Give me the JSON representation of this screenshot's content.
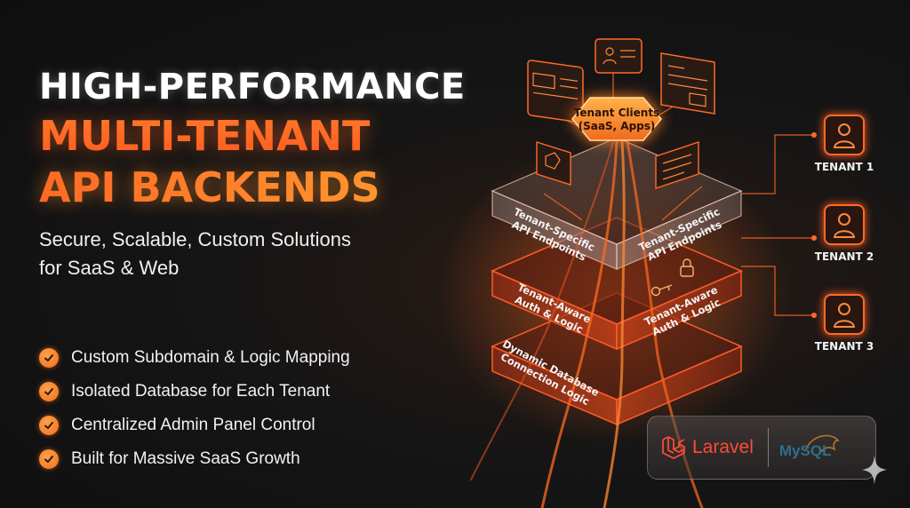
{
  "heading": {
    "line1": "HIGH-PERFORMANCE",
    "line2": "MULTI-TENANT",
    "line3": "API BACKENDS"
  },
  "subtitle": {
    "line1": "Secure, Scalable, Custom Solutions",
    "line2": "for SaaS & Web"
  },
  "features": [
    {
      "label": "Custom Subdomain & Logic Mapping",
      "icon": "check-icon"
    },
    {
      "label": "Isolated Database for Each Tenant",
      "icon": "check-icon"
    },
    {
      "label": "Centralized Admin Panel Control",
      "icon": "check-icon"
    },
    {
      "label": "Built for Massive SaaS Growth",
      "icon": "check-icon"
    }
  ],
  "diagram": {
    "clients_node": {
      "line1": "Tenant Clients",
      "line2": "(SaaS, Apps)"
    },
    "layers": [
      {
        "left_line1": "Tenant-Specific",
        "left_line2": "API Endpoints",
        "right_line1": "Tenant-Specific",
        "right_line2": "API Endpoints"
      },
      {
        "left_line1": "Tenant-Aware",
        "left_line2": "Auth & Logic",
        "right_line1": "Tenant-Aware",
        "right_line2": "Auth & Logic"
      },
      {
        "left_line1": "Dynamic Database",
        "left_line2": "Connection Logic"
      }
    ],
    "tenants": [
      {
        "label": "TENANT 1",
        "icon": "user-icon"
      },
      {
        "label": "TENANT 2",
        "icon": "user-icon"
      },
      {
        "label": "TENANT 3",
        "icon": "user-icon"
      }
    ]
  },
  "tech": {
    "laravel": "Laravel",
    "mysql": "MySQL"
  },
  "colors": {
    "accent_orange": "#ff6a26",
    "accent_amber": "#ffa330",
    "background": "#141414",
    "laravel_red": "#ff4a36",
    "mysql_blue": "#2f6f8f"
  }
}
